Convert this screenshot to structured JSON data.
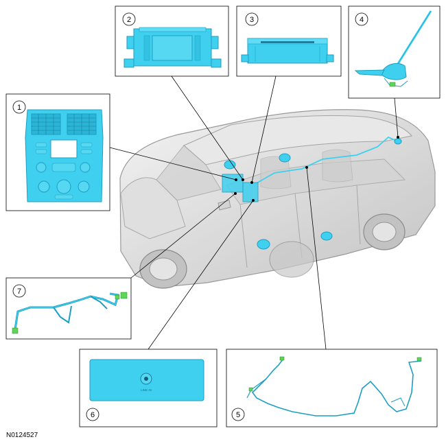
{
  "figure": {
    "diagram_id": "N0124527",
    "colors": {
      "component": "#3fd0f0",
      "component_dark": "#1c9ec2",
      "connector": "#5fd35a",
      "vehicle_outline": "#8f8f8f",
      "vehicle_fill": "#d8d8d8",
      "leader_line": "#000000"
    },
    "callouts": [
      {
        "number": "1",
        "part": "audio-control-panel"
      },
      {
        "number": "2",
        "part": "display-unit"
      },
      {
        "number": "3",
        "part": "audio-module"
      },
      {
        "number": "4",
        "part": "antenna"
      },
      {
        "number": "5",
        "part": "antenna-cable"
      },
      {
        "number": "6",
        "part": "line-in-jack"
      },
      {
        "number": "7",
        "part": "wiring-harness"
      }
    ],
    "line_in_label": "LINE IN"
  }
}
